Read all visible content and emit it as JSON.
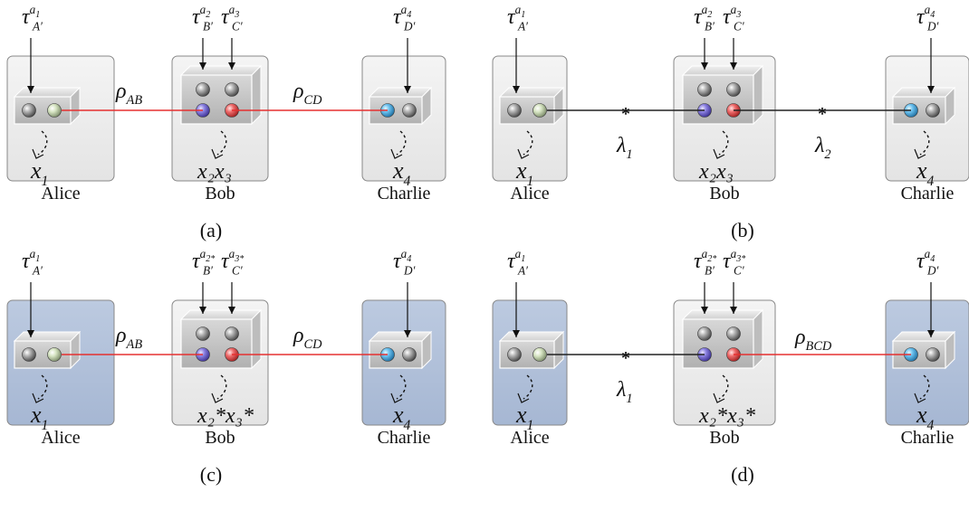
{
  "panels": [
    {
      "caption": "(a)",
      "parties": [
        {
          "name": "Alice",
          "tau": "τ",
          "tau_sub": "A′",
          "tau_sup": "a",
          "tau_sup_sub": "1",
          "outcome": "x",
          "outcome_sub": "1"
        },
        {
          "name": "Bob",
          "tau1": "τ",
          "tau1_sub": "B′",
          "tau1_sup": "a",
          "tau1_sup_sub": "2",
          "tau2": "τ",
          "tau2_sub": "C′",
          "tau2_sup": "a",
          "tau2_sup_sub": "3",
          "outcome": "x₂x₃"
        },
        {
          "name": "Charlie",
          "tau": "τ",
          "tau_sub": "D′",
          "tau_sup": "a",
          "tau_sup_sub": "4",
          "outcome": "x",
          "outcome_sub": "4"
        }
      ],
      "links": [
        {
          "label": "ρ",
          "sub": "AB"
        },
        {
          "label": "ρ",
          "sub": "CD"
        }
      ]
    },
    {
      "caption": "(b)",
      "parties": [
        {
          "name": "Alice",
          "outcome": "x",
          "outcome_sub": "1"
        },
        {
          "name": "Bob",
          "outcome": "x₂x₃"
        },
        {
          "name": "Charlie",
          "outcome": "x",
          "outcome_sub": "4"
        }
      ],
      "links": [
        {
          "label": "λ",
          "sub": "1"
        },
        {
          "label": "λ",
          "sub": "2"
        }
      ],
      "source_marker": "*"
    },
    {
      "caption": "(c)",
      "parties": [
        {
          "name": "Alice",
          "outcome": "x",
          "outcome_sub": "1"
        },
        {
          "name": "Bob",
          "outcome": "x₂*x₃*"
        },
        {
          "name": "Charlie",
          "outcome": "x",
          "outcome_sub": "4"
        }
      ],
      "links": [
        {
          "label": "ρ",
          "sub": "AB"
        },
        {
          "label": "ρ",
          "sub": "CD"
        }
      ]
    },
    {
      "caption": "(d)",
      "parties": [
        {
          "name": "Alice",
          "outcome": "x",
          "outcome_sub": "1"
        },
        {
          "name": "Bob",
          "outcome": "x₂*x₃*"
        },
        {
          "name": "Charlie",
          "outcome": "x",
          "outcome_sub": "4"
        }
      ],
      "links": [
        {
          "label": "λ",
          "sub": "1"
        },
        {
          "label": "ρ",
          "sub": "BCD"
        }
      ],
      "source_marker": "*"
    }
  ],
  "colors": {
    "box_gray": "#ececec",
    "box_blue": "#b3c3dc",
    "quantum_link": "#e53030",
    "classical_link": "#222222",
    "particle_gray": "#888888",
    "particle_green": "#c8d8b0",
    "particle_purple": "#7a70d0",
    "particle_red": "#e85858",
    "particle_blue": "#5ab0e0"
  }
}
